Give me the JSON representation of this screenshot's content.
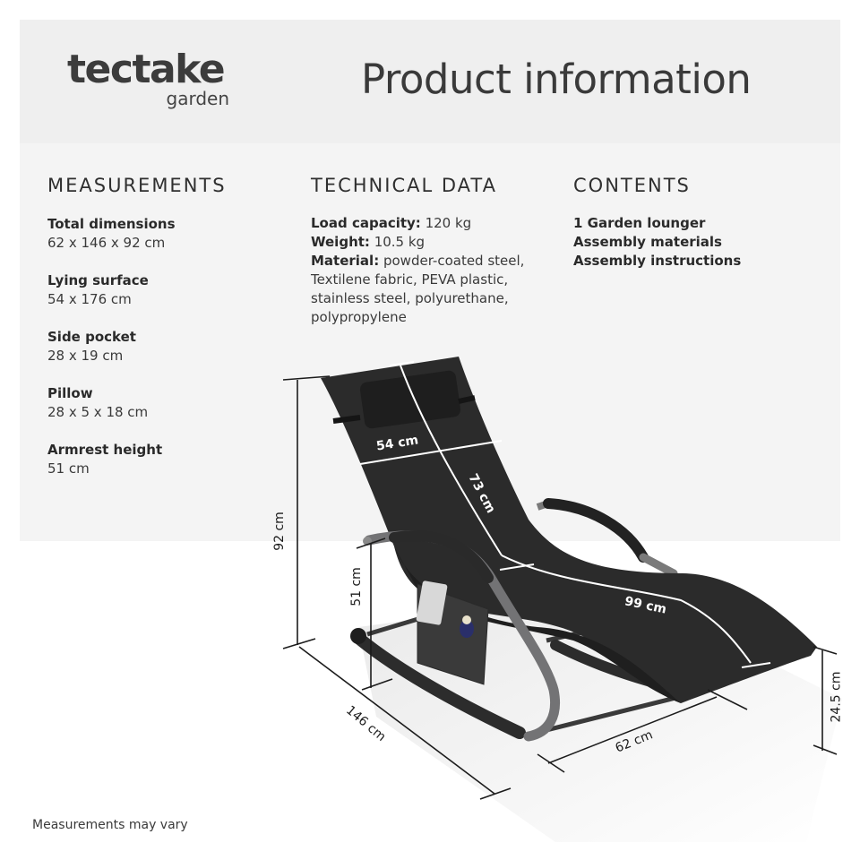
{
  "header": {
    "logo_main": "tectake",
    "logo_sub": "garden",
    "title": "Product information"
  },
  "measurements": {
    "heading": "MEASUREMENTS",
    "items": [
      {
        "label": "Total dimensions",
        "value": "62 x 146 x 92 cm"
      },
      {
        "label": "Lying surface",
        "value": "54 x 176 cm"
      },
      {
        "label": "Side pocket",
        "value": "28 x 19 cm"
      },
      {
        "label": "Pillow",
        "value": "28 x 5 x 18 cm"
      },
      {
        "label": "Armrest height",
        "value": "51 cm"
      }
    ]
  },
  "technical_data": {
    "heading": "TECHNICAL DATA",
    "load_capacity_label": "Load capacity:",
    "load_capacity_value": "120 kg",
    "weight_label": "Weight:",
    "weight_value": "10.5 kg",
    "material_label": "Material:",
    "material_line1": "powder-coated steel,",
    "material_line2": "Textilene fabric, PEVA plastic,",
    "material_line3": "stainless steel, polyurethane,",
    "material_line4": "polypropylene"
  },
  "contents": {
    "heading": "CONTENTS",
    "items": [
      "1 Garden lounger",
      "Assembly materials",
      "Assembly instructions"
    ]
  },
  "diagram": {
    "dimensions": {
      "total_height": "92 cm",
      "armrest_height": "51 cm",
      "length": "146 cm",
      "width": "62 cm",
      "foot_height": "24.5 cm",
      "backrest_width": "54 cm",
      "backrest_length": "73 cm",
      "seat_length": "99 cm"
    },
    "colors": {
      "fabric": "#2b2b2b",
      "frame": "#6e6e70",
      "foam": "#262626",
      "dimension_line_dark": "#1c1c1c",
      "dimension_line_light": "#ffffff"
    }
  },
  "footer": {
    "note": "Measurements may vary"
  },
  "colors": {
    "header_band": "#efefef",
    "info_panel": "#f4f4f4",
    "text": "#2e2e2e"
  }
}
